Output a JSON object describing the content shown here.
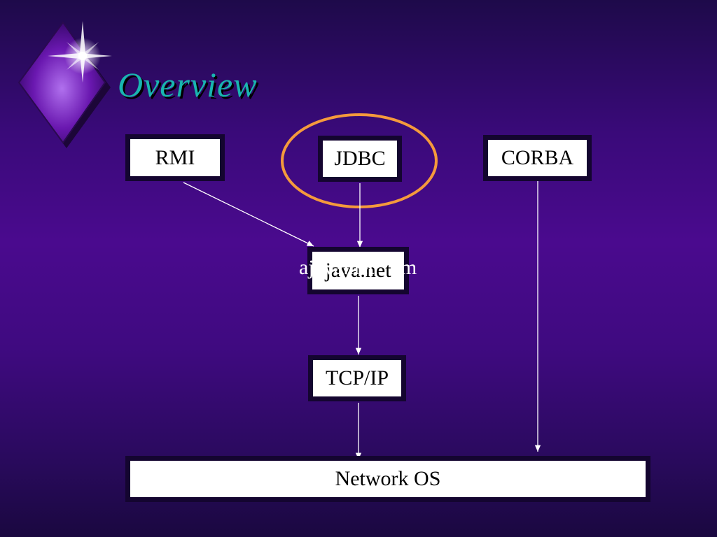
{
  "slide": {
    "title": "Overview",
    "watermark": "ajava.net     m"
  },
  "diagram": {
    "nodes": {
      "rmi": "RMI",
      "jdbc": "JDBC",
      "corba": "CORBA",
      "java_net": "java.net",
      "tcp_ip": "TCP/IP",
      "network_os": "Network OS"
    },
    "edges": [
      {
        "from": "rmi",
        "to": "java_net"
      },
      {
        "from": "jdbc",
        "to": "java_net"
      },
      {
        "from": "java_net",
        "to": "tcp_ip"
      },
      {
        "from": "tcp_ip",
        "to": "network_os"
      },
      {
        "from": "corba",
        "to": "network_os"
      }
    ],
    "highlight": "jdbc"
  },
  "colors": {
    "title": "#19b5b0",
    "highlight_ring": "#f59a3c",
    "arrow": "#ffffff",
    "box_border": "#140530"
  },
  "icons": {
    "logo": "diamond-star-logo"
  }
}
